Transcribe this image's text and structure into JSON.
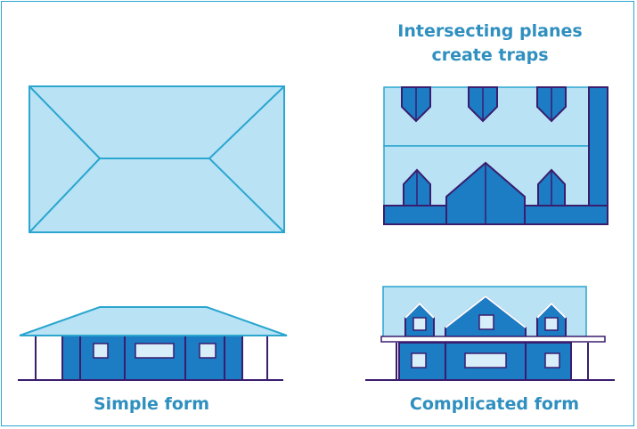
{
  "labels": {
    "intersecting_line1": "Intersecting planes",
    "intersecting_line2": "create traps",
    "simple": "Simple form",
    "complicated": "Complicated form"
  },
  "colors": {
    "frame": "#2aa6cf",
    "roof_light": "#b9e2f5",
    "roof_line": "#2aa6cf",
    "wall_blue": "#1c7cc4",
    "outline_purple": "#3a1d6e",
    "text": "#2f8fbf"
  }
}
